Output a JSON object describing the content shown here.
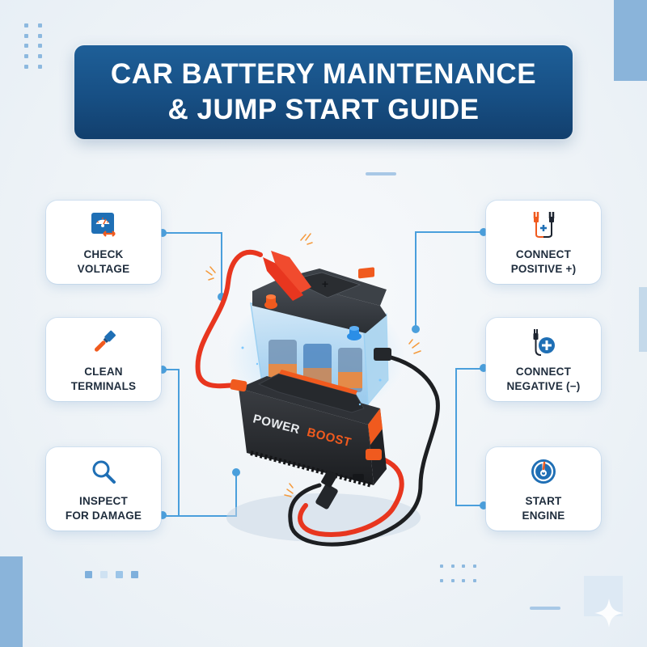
{
  "title": {
    "line1": "CAR BATTERY MAINTENANCE",
    "line2": "& JUMP START GUIDE"
  },
  "steps_left": [
    {
      "id": "check-voltage",
      "label_line1": "CHECK",
      "label_line2": "VOLTAGE",
      "icon": "voltmeter-icon"
    },
    {
      "id": "clean-terminals",
      "label_line1": "CLEAN",
      "label_line2": "TERMINALS",
      "icon": "brush-icon"
    },
    {
      "id": "inspect-damage",
      "label_line1": "INSPECT",
      "label_line2": "FOR DAMAGE",
      "icon": "magnifier-icon"
    }
  ],
  "steps_right": [
    {
      "id": "connect-positive",
      "label_line1": "CONNECT",
      "label_line2": "POSITIVE +)",
      "icon": "jumper-cables-plus-icon"
    },
    {
      "id": "connect-negative",
      "label_line1": "CONNECT",
      "label_line2": "NEGATIVE (−)",
      "icon": "clamp-plus-icon"
    },
    {
      "id": "start-engine",
      "label_line1": "START",
      "label_line2": "ENGINE",
      "icon": "power-gauge-icon"
    }
  ],
  "illustration": {
    "device_brand_part1": "POWER",
    "device_brand_part2": "BOOST",
    "battery_symbol": "+"
  },
  "colors": {
    "banner": "#174f84",
    "accent_blue": "#4a9fdc",
    "accent_orange": "#f05a1e",
    "cable_red": "#e8361f",
    "cable_black": "#1d1f22",
    "text_dark": "#1f2d3d"
  }
}
